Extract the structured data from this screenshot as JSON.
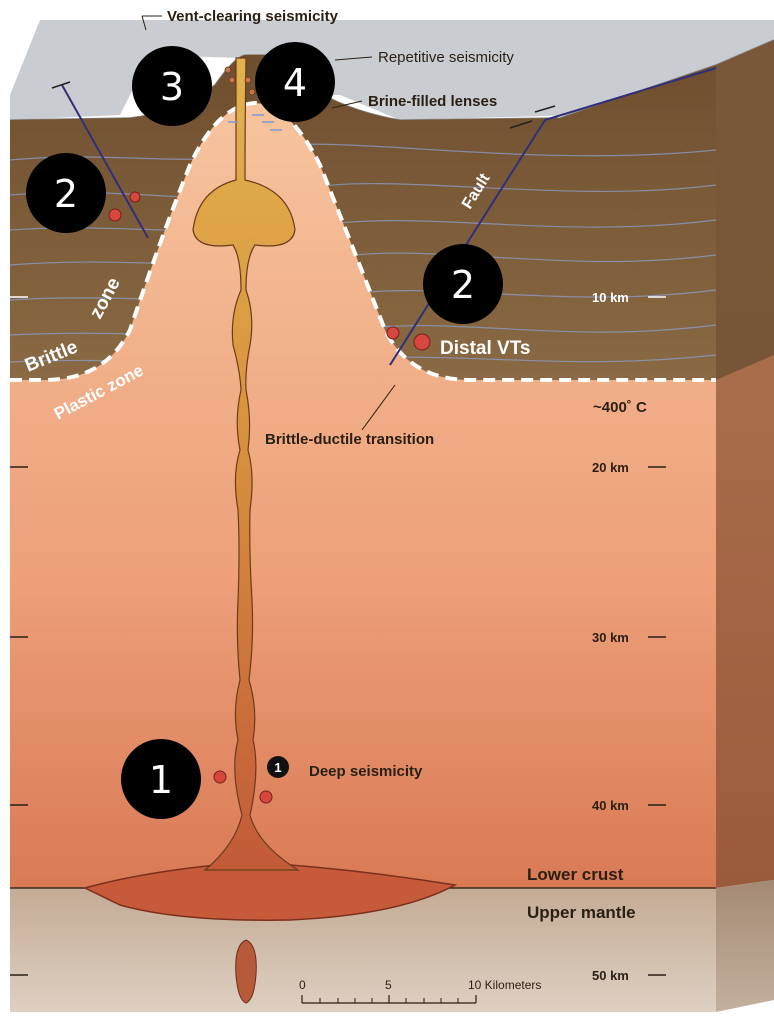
{
  "labels": {
    "vent_clearing": "Vent-clearing seismicity",
    "repetitive": "Repetitive seismicity",
    "brine_lenses": "Brine-filled lenses",
    "fault": "Fault",
    "brittle_zone_1": "Brittle",
    "brittle_zone_2": "zone",
    "plastic_zone": "Plastic zone",
    "distal_vts": "Distal VTs",
    "brittle_ductile": "Brittle-ductile transition",
    "temperature": "~400˚ C",
    "deep_seismicity": "Deep seismicity",
    "lower_crust": "Lower crust",
    "upper_mantle": "Upper mantle"
  },
  "depth_ticks": [
    "10 km",
    "20 km",
    "30 km",
    "40 km",
    "50 km"
  ],
  "scale_bar": {
    "ticks": [
      "0",
      "5",
      "10 Kilometers"
    ]
  },
  "badges": {
    "badge_1": "1",
    "badge_2a": "2",
    "badge_2b": "2",
    "badge_3": "3",
    "badge_4": "4",
    "small_1": "1"
  },
  "colors": {
    "sky_surface": "#c9ccd0",
    "brittle_layer": "#7a5a35",
    "crust": "#f1b58b",
    "crust_deep": "#d97a55",
    "mantle": "#c8b09a",
    "magma": "#d9a04a",
    "magma_deep": "#c65a3a",
    "event_dot": "#d8473f",
    "fault_line": "#2f2f7a"
  }
}
